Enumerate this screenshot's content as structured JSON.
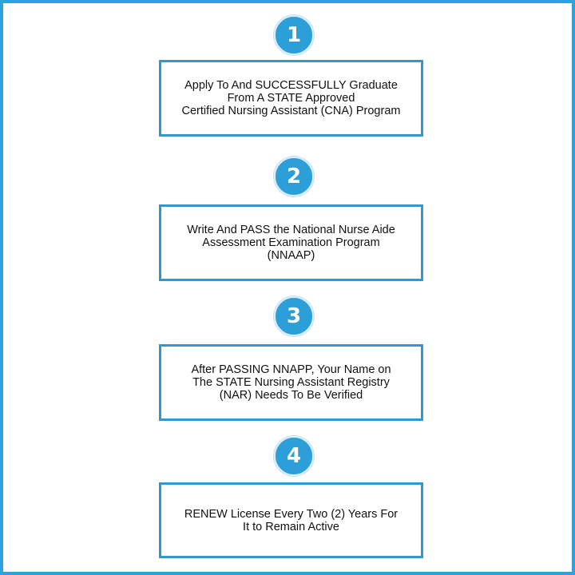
{
  "steps": [
    {
      "number": "1",
      "lines": [
        "Apply To And SUCCESSFULLY Graduate",
        "From A STATE Approved",
        "Certified Nursing Assistant (CNA) Program"
      ]
    },
    {
      "number": "2",
      "lines": [
        "Write And PASS the National Nurse Aide",
        "Assessment Examination Program",
        "(NNAAP)"
      ]
    },
    {
      "number": "3",
      "lines": [
        "After PASSING NNAPP, Your Name on",
        "The STATE Nursing Assistant Registry",
        "(NAR) Needs To Be Verified"
      ]
    },
    {
      "number": "4",
      "lines": [
        "RENEW License Every Two (2) Years For",
        "It to Remain Active"
      ]
    }
  ],
  "colors": {
    "accent": "#2c9ed8",
    "border": "#3296d2",
    "frame": "#2fa1dc"
  }
}
